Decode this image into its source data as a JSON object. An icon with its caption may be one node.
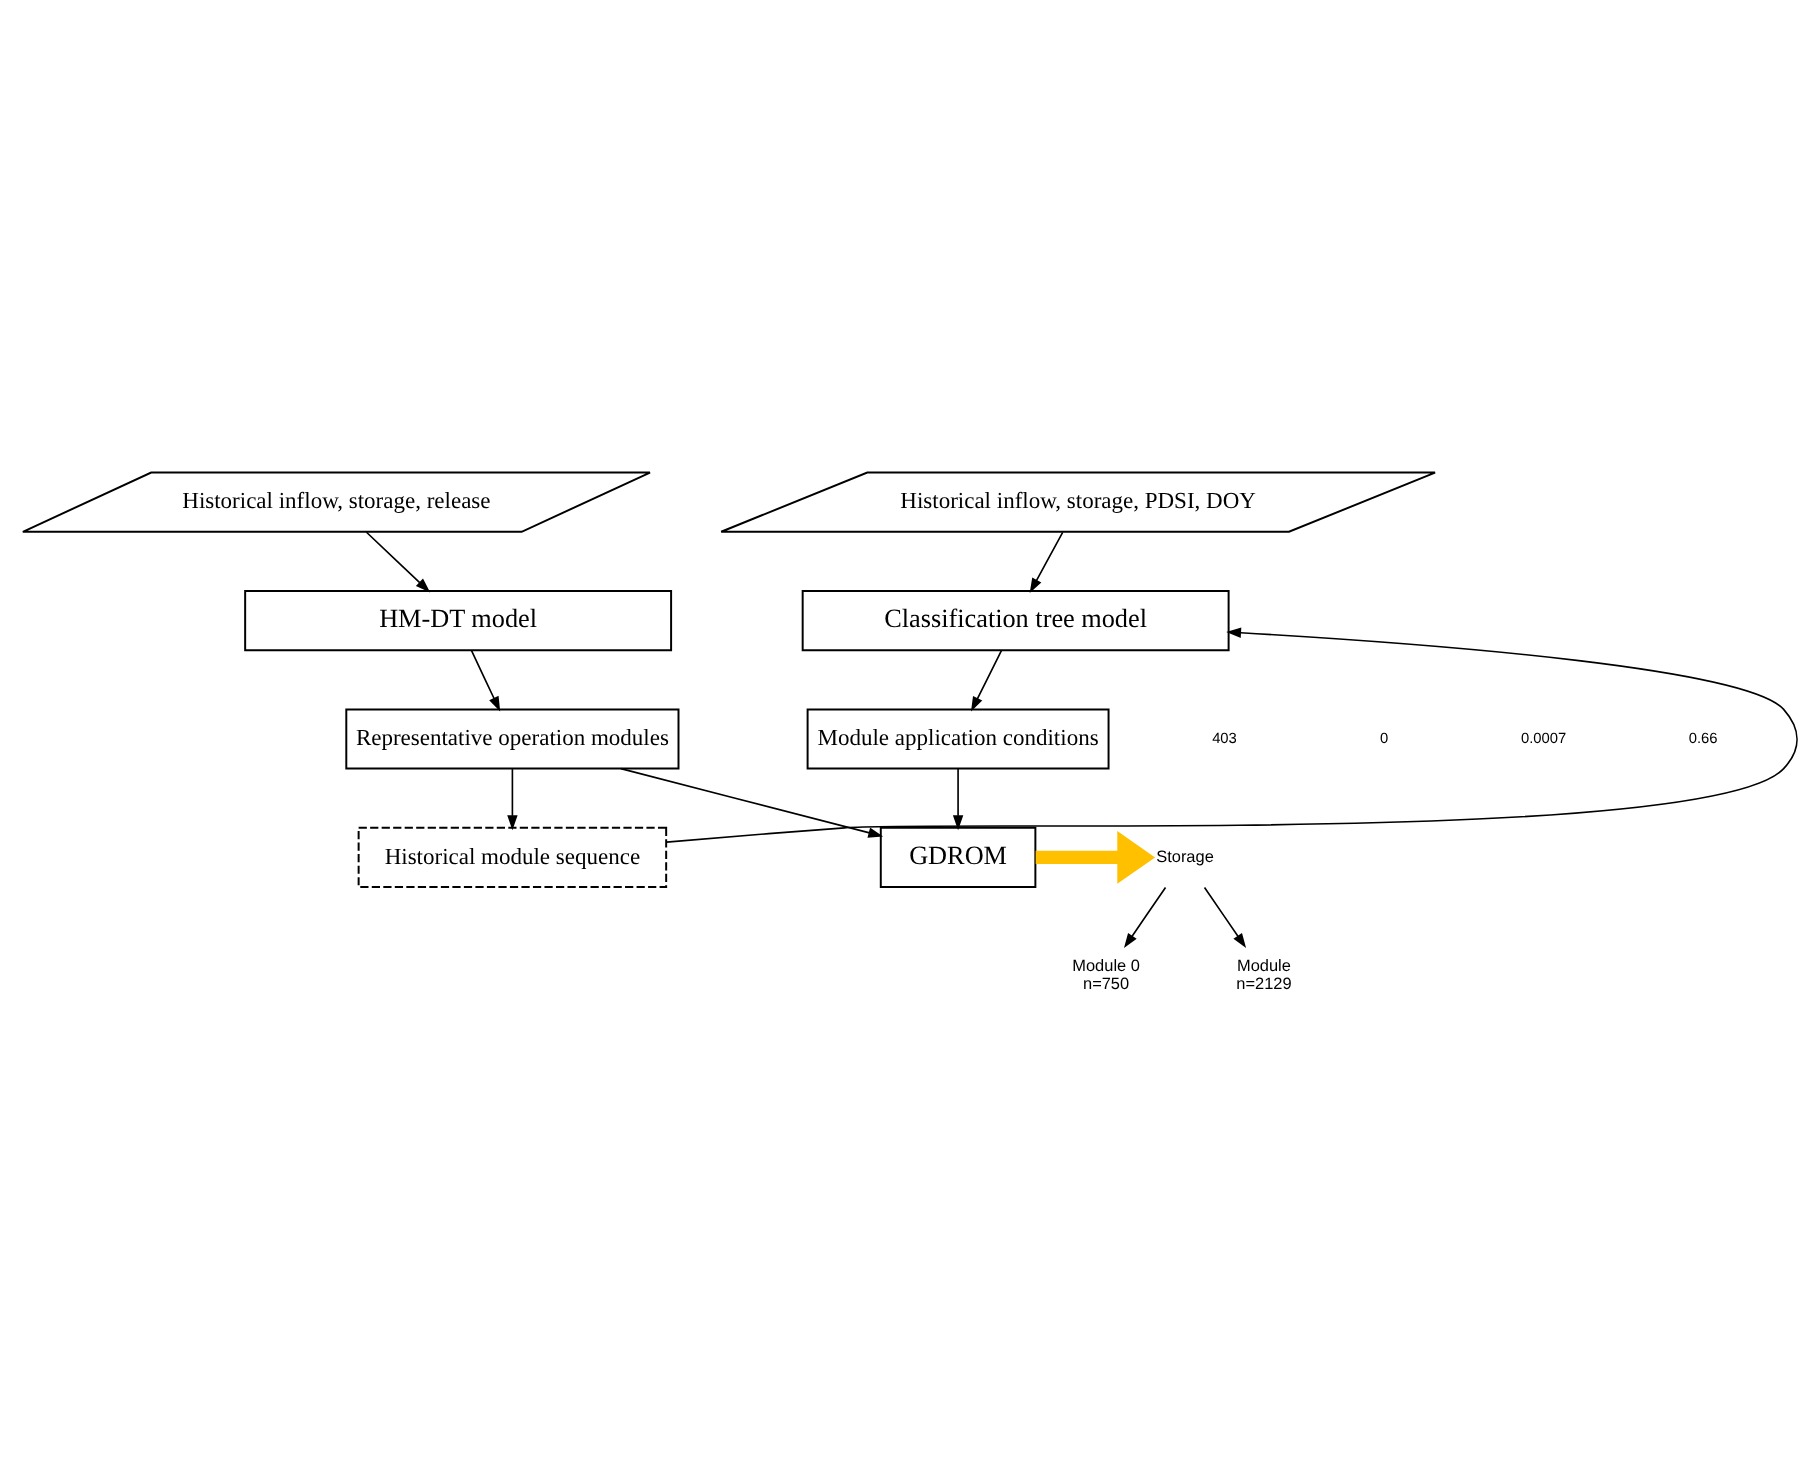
{
  "diagram": {
    "nodes": [
      {
        "text": [
          "Historical inflow, storage, release"
        ]
      },
      {
        "text": [
          "Historical inflow, storage, PDSI, DOY"
        ]
      },
      {
        "text": [
          "HM-DT model"
        ]
      },
      {
        "text": [
          "Classification tree model"
        ]
      },
      {
        "text": [
          "Representative operation modules"
        ]
      },
      {
        "text": [
          "Module application conditions"
        ]
      },
      {
        "text": [
          "Historical module sequence"
        ]
      },
      {
        "text": [
          "GDROM"
        ]
      },
      {
        "text": [
          "Storage"
        ]
      },
      {
        "text": [
          "Module 0",
          "n=750"
        ]
      },
      {
        "text": [
          "Module",
          "n=2129"
        ]
      }
    ],
    "edges": [
      {
        "from": 0,
        "to": 2,
        "arrow": "to"
      },
      {
        "from": 1,
        "to": 3,
        "arrow": "to"
      },
      {
        "from": 2,
        "to": 4,
        "arrow": "to"
      },
      {
        "from": 3,
        "to": 5,
        "arrow": "to"
      },
      {
        "from": 4,
        "to": 6,
        "arrow": "to"
      },
      {
        "from": 6,
        "to": 3,
        "arrow": "to"
      },
      {
        "from": 4,
        "to": 7,
        "arrow": "to"
      },
      {
        "from": 5,
        "to": 7,
        "arrow": "to"
      },
      {
        "from": 7,
        "to": 8,
        "arrow": "to",
        "style": "thick",
        "color": "#ffc000"
      },
      {
        "from": 8,
        "to": 9,
        "arrow": "to"
      },
      {
        "from": 8,
        "to": 10,
        "arrow": "to"
      }
    ],
    "labels": [
      "403",
      "0",
      "0.0007",
      "0.66"
    ]
  }
}
